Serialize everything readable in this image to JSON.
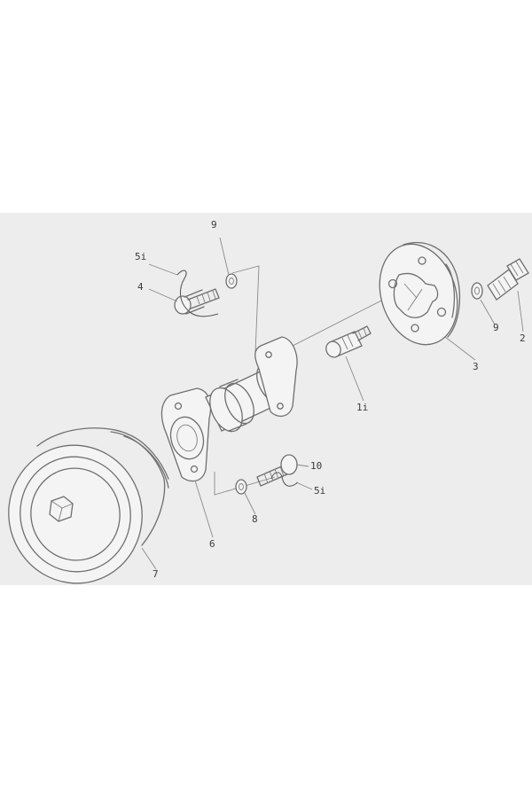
{
  "callouts": {
    "c9_top": "9",
    "c5i_top": "5i",
    "c4": "4",
    "c2": "2",
    "c9_right": "9",
    "c3": "3",
    "c1i": "1i",
    "c10": "10",
    "c5i_bottom": "5i",
    "c8": "8",
    "c6": "6",
    "c7": "7"
  }
}
